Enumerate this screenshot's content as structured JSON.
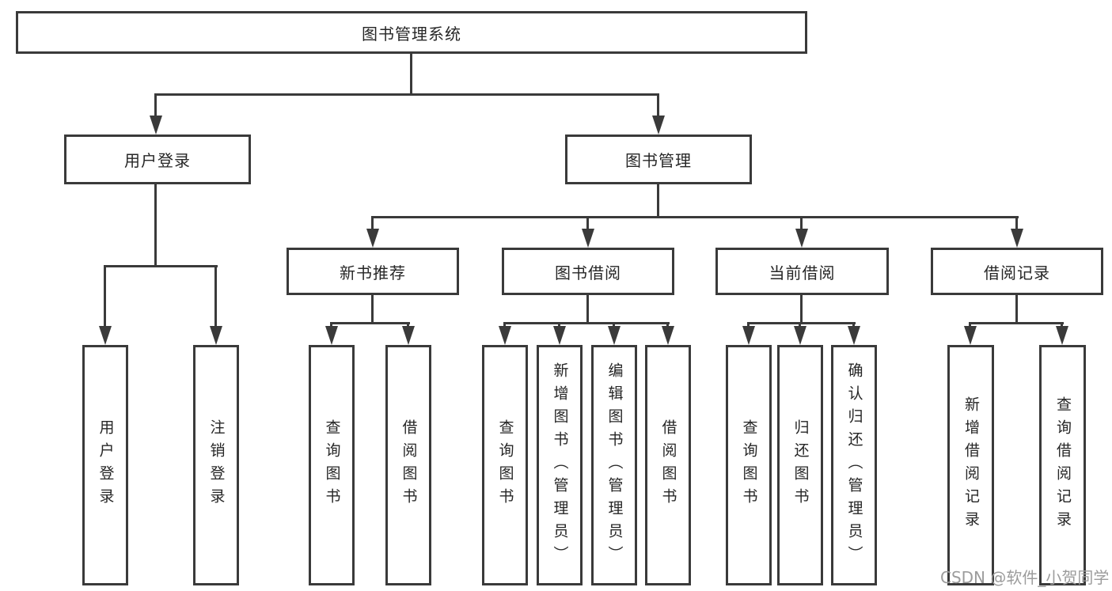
{
  "title": "图书管理系统",
  "level2": {
    "user_login": "用户登录",
    "book_mgmt": "图书管理"
  },
  "level3": {
    "new_books": "新书推荐",
    "book_borrow": "图书借阅",
    "current_borrow": "当前借阅",
    "borrow_records": "借阅记录"
  },
  "leaves": {
    "user_login": [
      "用户登录",
      "注销登录"
    ],
    "new_books": [
      "查询图书",
      "借阅图书"
    ],
    "book_borrow": [
      "查询图书",
      "新增图书（管理员）",
      "编辑图书（管理员）",
      "借阅图书"
    ],
    "current_borrow": [
      "查询图书",
      "归还图书",
      "确认归还（管理员）"
    ],
    "borrow_records": [
      "新增借阅记录",
      "查询借阅记录"
    ]
  },
  "watermark": "CSDN @软件_小贺同学",
  "colors": {
    "line": "#3a3a3a",
    "text": "#262626",
    "watermark": "#9c9c9c",
    "background": "#ffffff"
  }
}
